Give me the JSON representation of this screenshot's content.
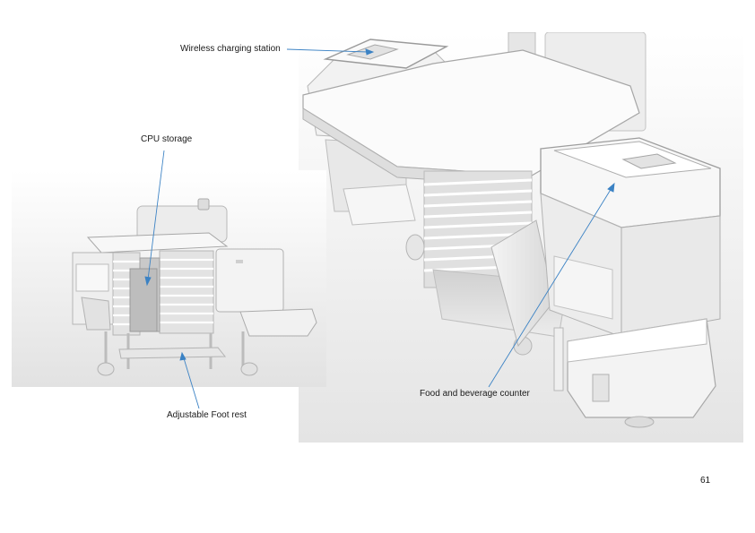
{
  "labels": {
    "wireless_charging": "Wireless charging station",
    "cpu_storage": "CPU storage",
    "adjustable_foot_rest": "Adjustable Foot rest",
    "food_beverage": "Food and beverage counter"
  },
  "page_number": "61",
  "accent_color": "#3b82c4"
}
